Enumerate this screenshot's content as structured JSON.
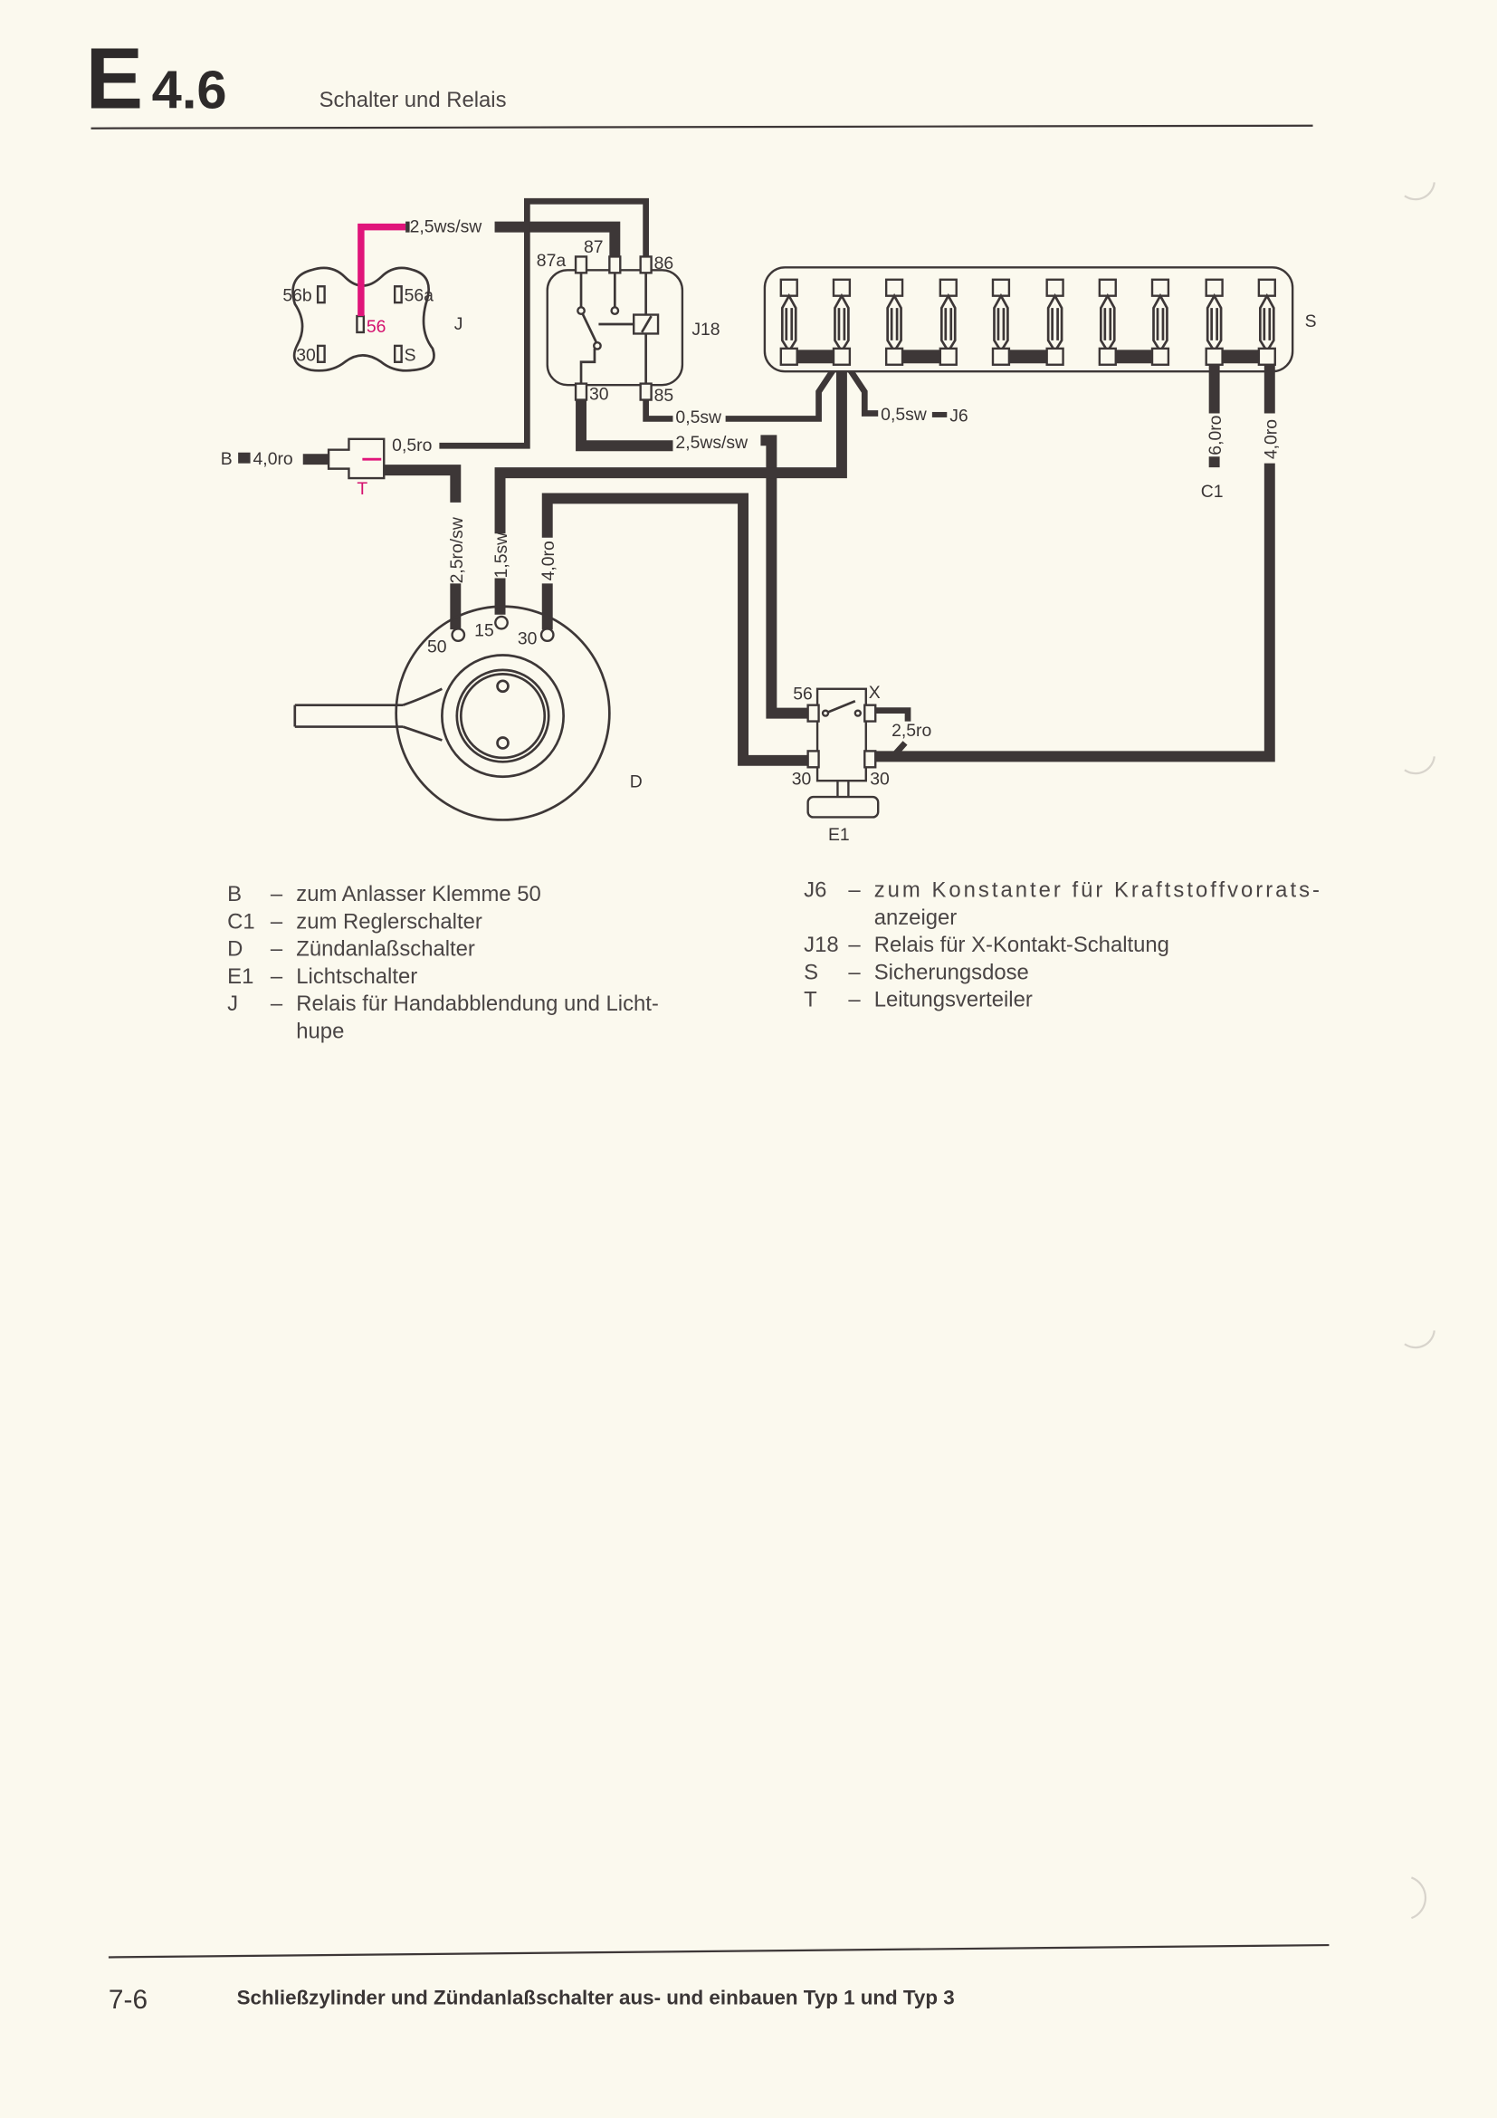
{
  "header": {
    "section_letter": "E",
    "section_number": "4.6",
    "title": "Schalter und Relais"
  },
  "diagram": {
    "relay_j": {
      "id": "J",
      "pins": {
        "p56b": "56b",
        "p56a": "56a",
        "p56": "56",
        "p30": "30",
        "pS": "S"
      }
    },
    "relay_j18": {
      "id": "J18",
      "pins": {
        "p87a": "87a",
        "p87": "87",
        "p86": "86",
        "p30": "30",
        "p85": "85"
      }
    },
    "fuse_box": {
      "id": "S"
    },
    "distributor": {
      "id": "T"
    },
    "ignition": {
      "id": "D",
      "pins": {
        "p50": "50",
        "p15": "15",
        "p30": "30"
      }
    },
    "light_switch": {
      "id": "E1",
      "pins": {
        "p56": "56",
        "pX": "X",
        "p30l": "30",
        "p30r": "30"
      }
    },
    "wires": {
      "w_j_j18": "2,5ws/sw",
      "w_j18_30": "2,5ws/sw",
      "w_j18_85": "0,5sw",
      "w_j6": "0,5sw",
      "w_t_top": "0,5ro",
      "w_b": "4,0ro",
      "w_50": "2,5ro/sw",
      "w_15": "1,5sw",
      "w_30": "4,0ro",
      "w_c1": "6,0ro",
      "w_s_e1": "4,0ro",
      "w_x": "2,5ro"
    },
    "refs": {
      "B": "B",
      "J6": "J6",
      "C1": "C1"
    }
  },
  "legend": {
    "left": [
      {
        "code": "B",
        "lines": [
          "zum Anlasser Klemme 50"
        ]
      },
      {
        "code": "C1",
        "lines": [
          "zum Reglerschalter"
        ]
      },
      {
        "code": "D",
        "lines": [
          "Zündanlaßschalter"
        ]
      },
      {
        "code": "E1",
        "lines": [
          "Lichtschalter"
        ]
      },
      {
        "code": "J",
        "lines": [
          "Relais für Handabblendung und Licht-",
          "hupe"
        ]
      }
    ],
    "right": [
      {
        "code": "J6",
        "lines": [
          "zum Konstanter für Kraftstoffvorrats-",
          "anzeiger"
        ]
      },
      {
        "code": "J18",
        "lines": [
          "Relais für X-Kontakt-Schaltung"
        ]
      },
      {
        "code": "S",
        "lines": [
          "Sicherungsdose"
        ]
      },
      {
        "code": "T",
        "lines": [
          "Leitungsverteiler"
        ]
      }
    ],
    "dash": "–"
  },
  "footer": {
    "page": "7-6",
    "title": "Schließzylinder und Zündanlaßschalter aus- und einbauen Typ 1 und Typ 3"
  }
}
